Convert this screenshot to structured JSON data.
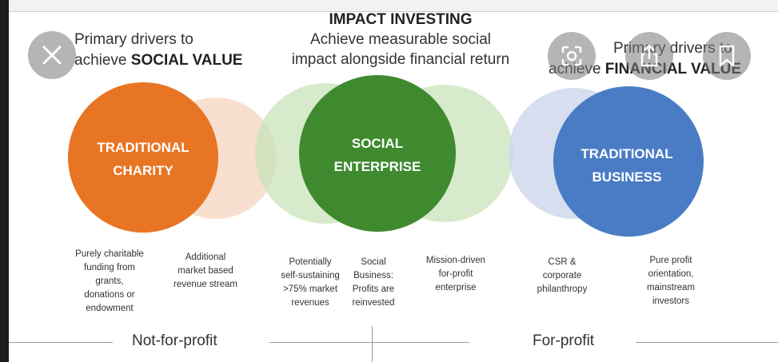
{
  "header_left": {
    "line1": "Primary drivers to",
    "line2_prefix": "achieve ",
    "line2_bold": "SOCIAL VALUE"
  },
  "header_center": {
    "title": "IMPACT INVESTING",
    "line1": "Achieve measurable social",
    "line2": "impact alongside financial return"
  },
  "header_right": {
    "line1": "Primary drivers to",
    "line2_prefix": "achieve ",
    "line2_bold": "FINANCIAL VALUE"
  },
  "circles": [
    {
      "line1": "TRADITIONAL",
      "line2": "CHARITY",
      "color": "#e87524"
    },
    {
      "line1": "SOCIAL",
      "line2": "ENTERPRISE",
      "color": "#3f8a2f"
    },
    {
      "line1": "TRADITIONAL",
      "line2": "BUSINESS",
      "color": "#4a7cc6"
    }
  ],
  "descriptions": [
    "Purely charitable\nfunding from\ngrants,\ndonations or\nendowment",
    "Additional\nmarket based\nrevenue stream",
    "Potentially\nself-sustaining\n>75% market\nrevenues",
    "Social\nBusiness:\nProfits are\nreinvested",
    "Mission-driven\nfor-profit\nenterprise",
    "CSR &\ncorporate\nphilanthropy",
    "Pure profit\norientation,\nmainstream\ninvestors"
  ],
  "footer": {
    "left": "Not-for-profit",
    "right": "For-profit"
  },
  "overlay": {
    "close_icon": "close-icon",
    "lens_icon": "lens-icon",
    "share_icon": "share-icon",
    "bookmark_icon": "bookmark-icon"
  },
  "colors": {
    "orange": "#e87524",
    "orange_light": "#f7d9c7",
    "green": "#3f8a2f",
    "green_light": "#c9e3b9",
    "blue": "#4a7cc6",
    "blue_light": "#cfd8ec"
  }
}
